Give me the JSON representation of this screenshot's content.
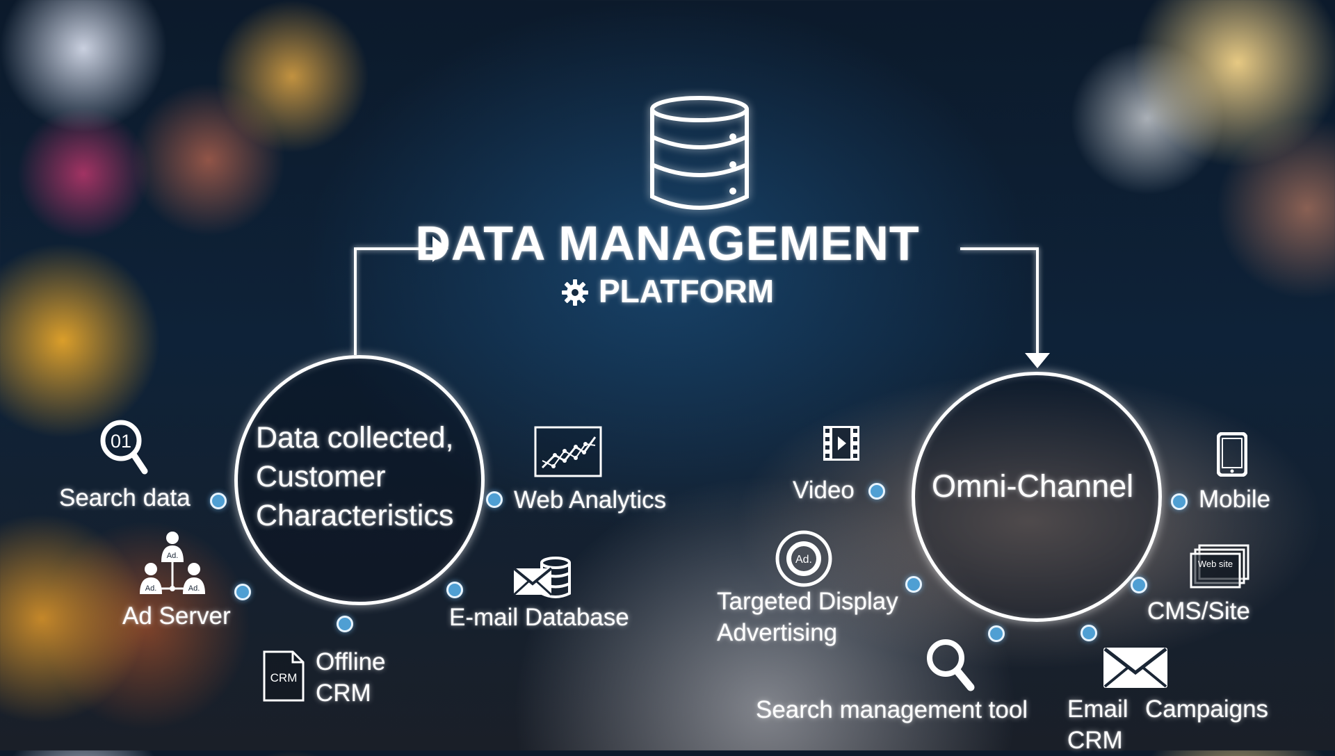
{
  "title": "DATA MANAGEMENT",
  "subtitle": "PLATFORM",
  "left_circle": {
    "lines": [
      "Data collected,",
      "Customer",
      "Characteristics"
    ]
  },
  "right_circle": {
    "label": "Omni-Channel"
  },
  "left_items": {
    "search_data": {
      "label": "Search data",
      "icon_text": "01",
      "icon": "magnifier-icon"
    },
    "ad_server": {
      "label": "Ad Server",
      "icon_text": "Ad.",
      "icon": "ad-network-icon"
    },
    "offline_crm": {
      "lines": [
        "Offline",
        "CRM"
      ],
      "icon_text": "CRM",
      "icon": "crm-document-icon"
    },
    "email_database": {
      "label": "E-mail Database",
      "icon": "email-database-icon"
    },
    "web_analytics": {
      "label": "Web Analytics",
      "icon": "line-chart-icon"
    }
  },
  "right_items": {
    "video": {
      "label": "Video",
      "icon": "film-icon"
    },
    "targeted_display": {
      "lines": [
        "Targeted Display",
        "Advertising"
      ],
      "icon_text": "Ad.",
      "icon": "ad-target-icon"
    },
    "search_tool": {
      "label": "Search management tool",
      "icon": "magnifier-icon"
    },
    "email": {
      "lines": [
        "Email",
        "CRM"
      ],
      "icon": "envelope-icon"
    },
    "campaigns": {
      "label": "Campaigns"
    },
    "cms_site": {
      "label": "CMS/Site",
      "icon_text": "Web site",
      "icon": "website-windows-icon"
    },
    "mobile": {
      "label": "Mobile",
      "icon": "tablet-icon"
    }
  },
  "colors": {
    "dot": "#4f9fd3",
    "text": "#ffffff"
  }
}
